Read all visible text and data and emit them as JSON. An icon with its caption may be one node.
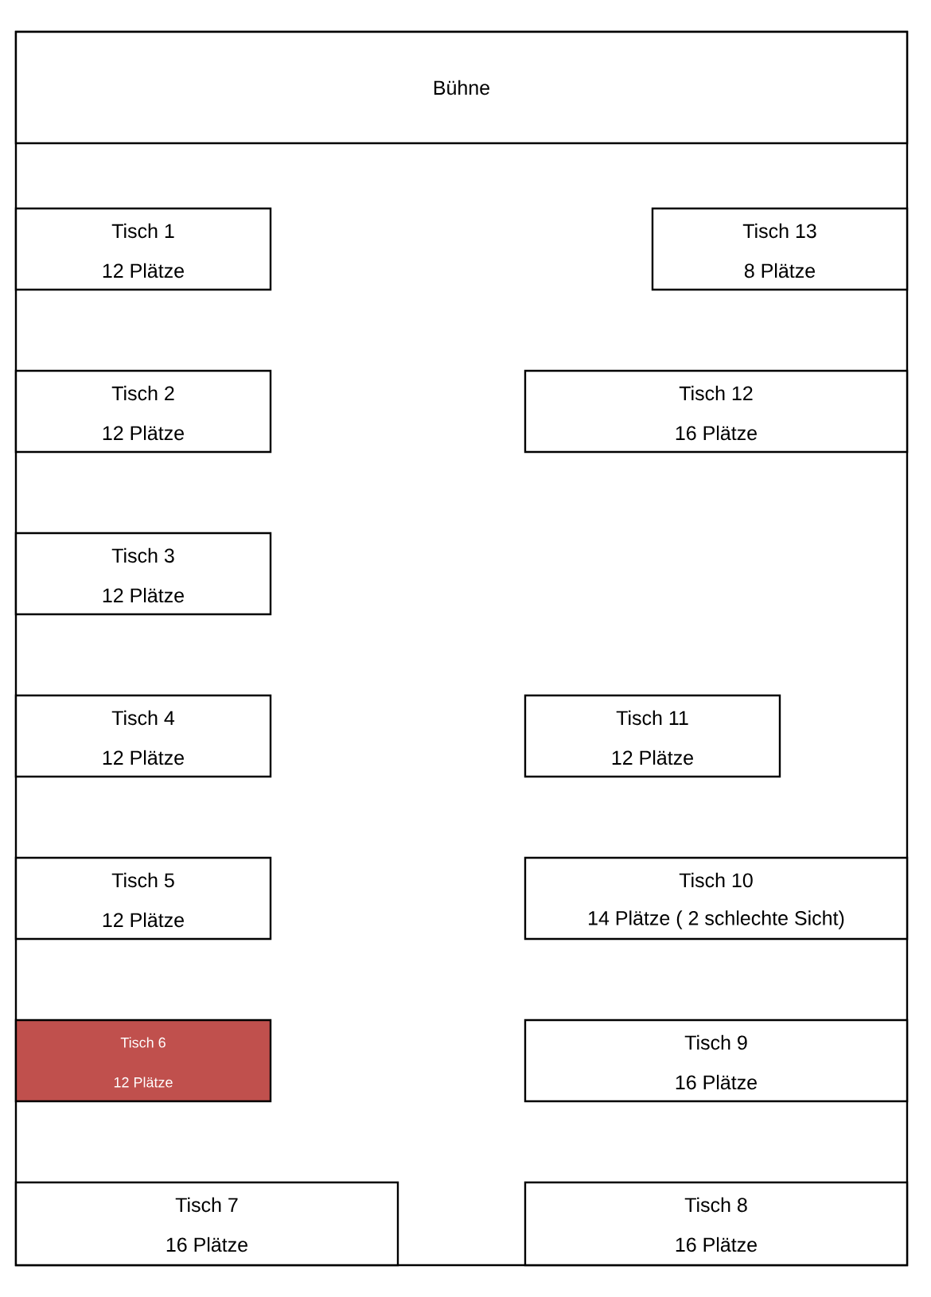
{
  "diagram": {
    "nodes": [
      {
        "text": [
          "Bühne"
        ]
      },
      {
        "text": [
          "Tisch 1",
          "12 Plätze"
        ]
      },
      {
        "text": [
          "Tisch 13",
          "8 Plätze"
        ]
      },
      {
        "text": [
          "Tisch 2",
          "12 Plätze"
        ]
      },
      {
        "text": [
          "Tisch 12",
          "16 Plätze"
        ]
      },
      {
        "text": [
          "Tisch 3",
          "12 Plätze"
        ]
      },
      {
        "text": [
          "Tisch 4",
          "12 Plätze"
        ]
      },
      {
        "text": [
          "Tisch 11",
          "12 Plätze"
        ]
      },
      {
        "text": [
          "Tisch 5",
          "12 Plätze"
        ]
      },
      {
        "text": [
          "Tisch 10",
          "14 Plätze ( 2 schlechte Sicht)"
        ]
      },
      {
        "text": [
          "Tisch 6",
          "12 Plätze"
        ]
      },
      {
        "text": [
          "Tisch 9",
          "16 Plätze"
        ]
      },
      {
        "text": [
          "Tisch 7",
          "16 Plätze"
        ]
      },
      {
        "text": [
          "Tisch 8",
          "16 Plätze"
        ]
      }
    ]
  }
}
